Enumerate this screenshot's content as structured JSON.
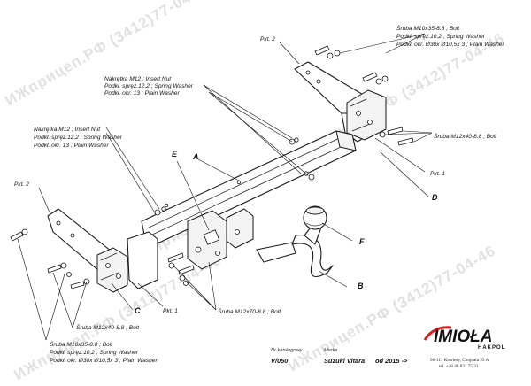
{
  "watermark": "ИЖприцеп.РФ (3412)77-04-46",
  "labels": {
    "pkt2_top": "Pkt. 2",
    "pkt2_left": "Pkt. 2",
    "pkt1_right": "Pkt. 1",
    "pkt1_bottom": "Pkt. 1",
    "A": "A",
    "B": "B",
    "C": "C",
    "D": "D",
    "E": "E",
    "F": "F"
  },
  "callouts": {
    "top_right": [
      "Śruba M10x35-8.8 ;  Bolt",
      "Podkł. spręż.10,2 ; Spring Washer",
      "Podkł. okr. Ø30x Ø10,5x 3 ; Plain Washer"
    ],
    "nut_top": [
      "Nakrętka  M12 ; Insert Nut",
      "Podkł. spręż.12,2 ; Spring Washer",
      "Podkł. okr. 13 ; Plain Washer"
    ],
    "nut_left": [
      "Nakrętka  M12 ; Insert Nut",
      "Podkł. spręż.12,2 ; Spring Washer",
      "Podkł. okr. 13 ; Plain Washer"
    ],
    "right_bolt": "Śruba M12x40-8.8 ;  Bolt",
    "bolt_m12x70": "Śruba M12x70-8.8 ;  Bolt",
    "bolt_m12x40_left": "Śruba M12x40-8.8 ;  Bolt",
    "bottom_left": [
      "Śruba M10x35-8.8 ;  Bolt",
      "Podkł. spręż.10,2 ; Spring Washer",
      "Podkł. okr. Ø30x Ø10,5x 3 ; Plain Washer"
    ]
  },
  "footer": {
    "catalog_header": "Nr katalogowy",
    "catalog_value": "V/050",
    "brand_header": "Marka",
    "brand_value": "Suzuki Vitara",
    "years_value": "od 2015 ->",
    "logo_main": "IMIOŁA",
    "logo_sub": "HAKPOL",
    "address": "96-111 Kowiesy, Chojnata 23 A",
    "phone": "tel. +48 46 831 75 31"
  }
}
